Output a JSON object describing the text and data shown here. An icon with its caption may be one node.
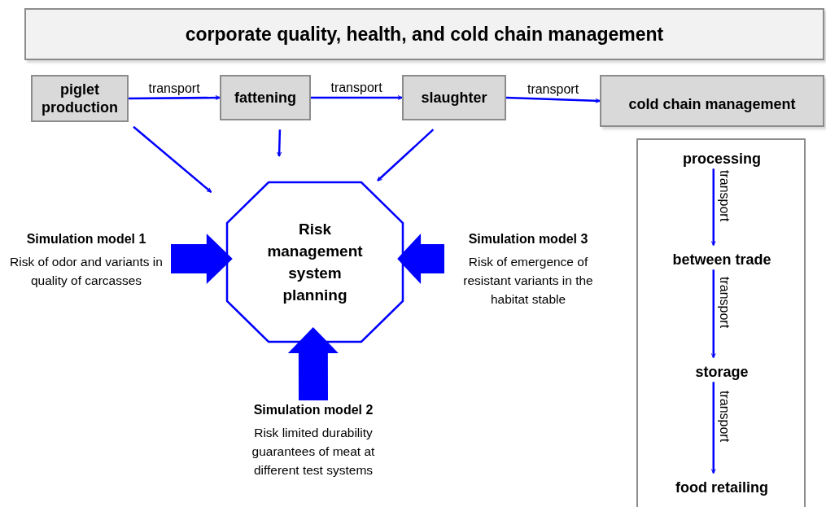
{
  "diagram": {
    "nodes": [
      {
        "text": [
          "corporate quality, health, and cold chain management"
        ]
      },
      {
        "text": [
          "piglet production"
        ]
      },
      {
        "text": [
          "fattening"
        ]
      },
      {
        "text": [
          "slaughter"
        ]
      },
      {
        "text": [
          "cold chain management"
        ]
      },
      {
        "text": [
          "Risk management system planning"
        ]
      },
      {
        "text": [
          "Simulation model 1",
          "Risk of odor and variants in quality of carcasses"
        ]
      },
      {
        "text": [
          "Simulation model 3",
          "Risk of emergence of resistant variants in the habitat stable"
        ]
      },
      {
        "text": [
          "Simulation model 2",
          "Risk limited durability guarantees of meat at different test systems"
        ]
      },
      {
        "text": [],
        "shape": "box"
      },
      {
        "text": [
          "processing"
        ],
        "in": 9
      },
      {
        "text": [
          "between trade"
        ],
        "in": 9
      },
      {
        "text": [
          "storage"
        ],
        "in": 9
      },
      {
        "text": [
          "food retailing"
        ],
        "in": 9
      }
    ],
    "edges": [
      {
        "from": 1,
        "to": 2,
        "arrow": "to",
        "label": "transport"
      },
      {
        "from": 2,
        "to": 3,
        "arrow": "to",
        "label": "transport"
      },
      {
        "from": 3,
        "to": 4,
        "arrow": "to",
        "label": "transport"
      },
      {
        "from": 1,
        "to": 5,
        "arrow": "to"
      },
      {
        "from": 2,
        "to": 5,
        "arrow": "to"
      },
      {
        "from": 3,
        "to": 5,
        "arrow": "to"
      },
      {
        "from": 6,
        "to": 5,
        "arrow": "to",
        "style": "thick"
      },
      {
        "from": 7,
        "to": 5,
        "arrow": "to",
        "style": "thick"
      },
      {
        "from": 8,
        "to": 5,
        "arrow": "to",
        "style": "thick"
      },
      {
        "from": 10,
        "to": 11,
        "arrow": "to",
        "label": "transport"
      },
      {
        "from": 11,
        "to": 12,
        "arrow": "to",
        "label": "transport"
      },
      {
        "from": 12,
        "to": 13,
        "arrow": "to",
        "label": "transport"
      }
    ]
  }
}
